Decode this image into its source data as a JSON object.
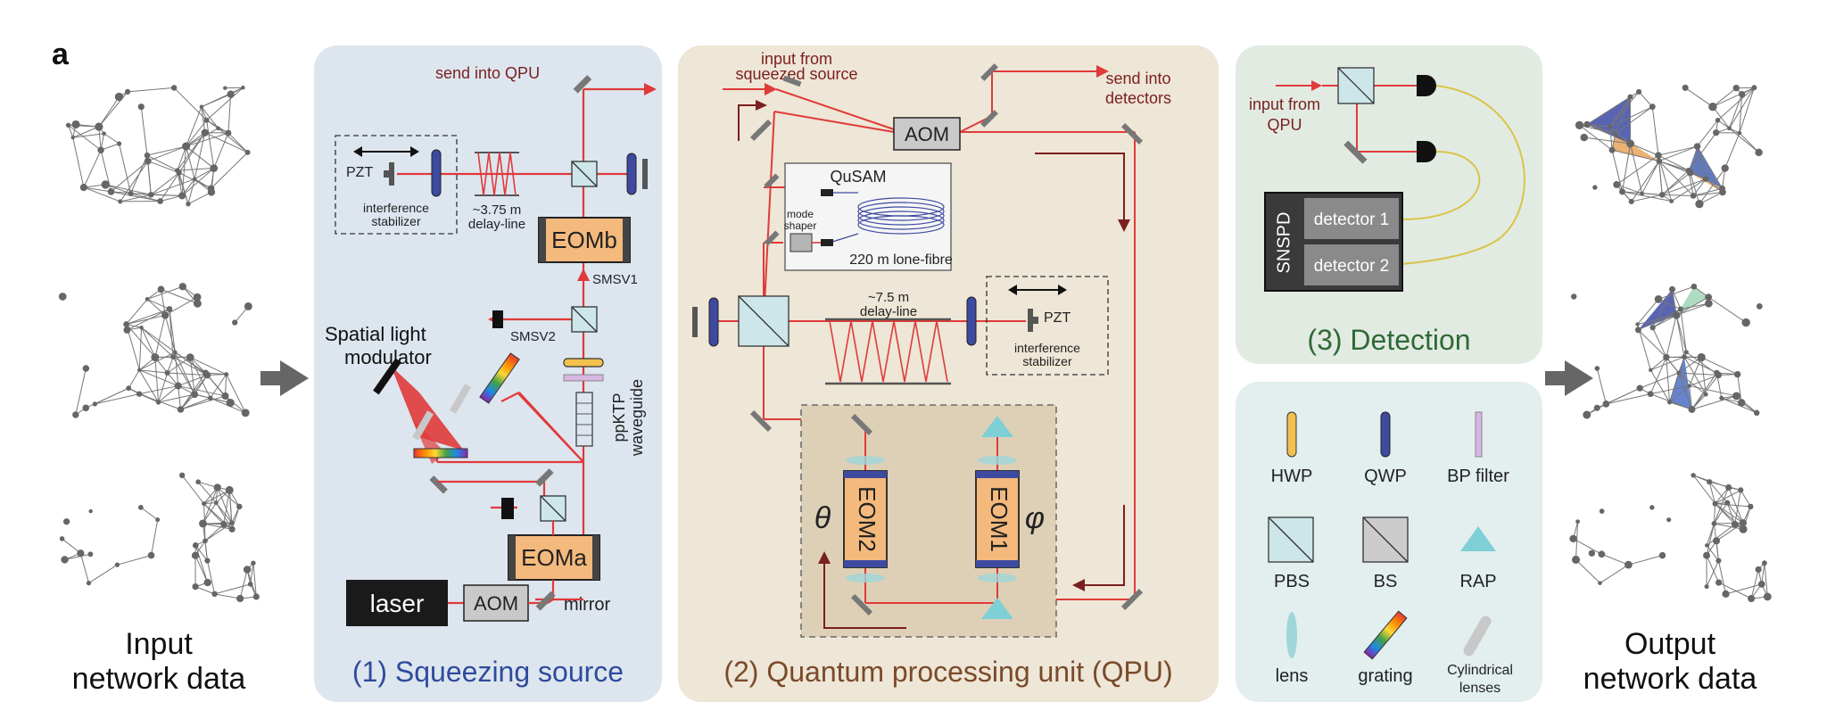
{
  "figure": {
    "panel_letter": "a",
    "input": {
      "line1": "Input",
      "line2": "network data"
    },
    "output": {
      "line1": "Output",
      "line2": "network data"
    }
  },
  "squeezing": {
    "title": "(1) Squeezing source",
    "send_into_qpu": "send into QPU",
    "pzt": "PZT",
    "stabilizer_1": "interference",
    "stabilizer_2": "stabilizer",
    "delay_1": "~3.75 m",
    "delay_2": "delay-line",
    "eomb": "EOMb",
    "smsv1": "SMSV1",
    "smsv2": "SMSV2",
    "slm_1": "Spatial light",
    "slm_2": "modulator",
    "waveguide_1": "ppKTP",
    "waveguide_2": "waveguide",
    "eoma": "EOMa",
    "laser": "laser",
    "aom": "AOM",
    "mirror": "mirror"
  },
  "qpu": {
    "title": "(2) Quantum processing unit (QPU)",
    "input_1": "input from",
    "input_2": "squeezed source",
    "aom": "AOM",
    "send_1": "send into",
    "send_2": "detectors",
    "qusam": "QuSAM",
    "mode_1": "mode",
    "mode_2": "shaper",
    "fibre": "220 m lone-fibre",
    "delay_1": "~7.5 m",
    "delay_2": "delay-line",
    "pzt": "PZT",
    "stabilizer_1": "interference",
    "stabilizer_2": "stabilizer",
    "eom2": "EOM2",
    "eom1": "EOM1",
    "theta": "θ",
    "phi": "φ"
  },
  "detection": {
    "title": "(3) Detection",
    "input_1": "input from",
    "input_2": "QPU",
    "snspd": "SNSPD",
    "detector1": "detector 1",
    "detector2": "detector 2"
  },
  "legend": {
    "hwp": "HWP",
    "qwp": "QWP",
    "bp": "BP filter",
    "pbs": "PBS",
    "bs": "BS",
    "rap": "RAP",
    "lens": "lens",
    "grating": "grating",
    "cyl_1": "Cylindrical",
    "cyl_2": "lenses"
  },
  "colors": {
    "beam": "#e03a3a",
    "dark_red": "#7a1f1f",
    "squeezing_bg": "#dde6ef",
    "qpu_bg": "#eee6d6",
    "qpu_inner_bg": "#ddd0b6",
    "detection_bg": "#e2ebe2",
    "legend_bg": "#e3eeee",
    "squeezing_title": "#2f4b9c",
    "qpu_title": "#7a4a2a",
    "detection_title": "#2f6a36",
    "eom": "#f4b97c",
    "hwp": "#f2c14e",
    "qwp": "#3d4aa0",
    "bp": "#d7b6e0",
    "pbs": "#cde6ea",
    "rap": "#7fcfd6",
    "fiber": "#d9c44a"
  }
}
